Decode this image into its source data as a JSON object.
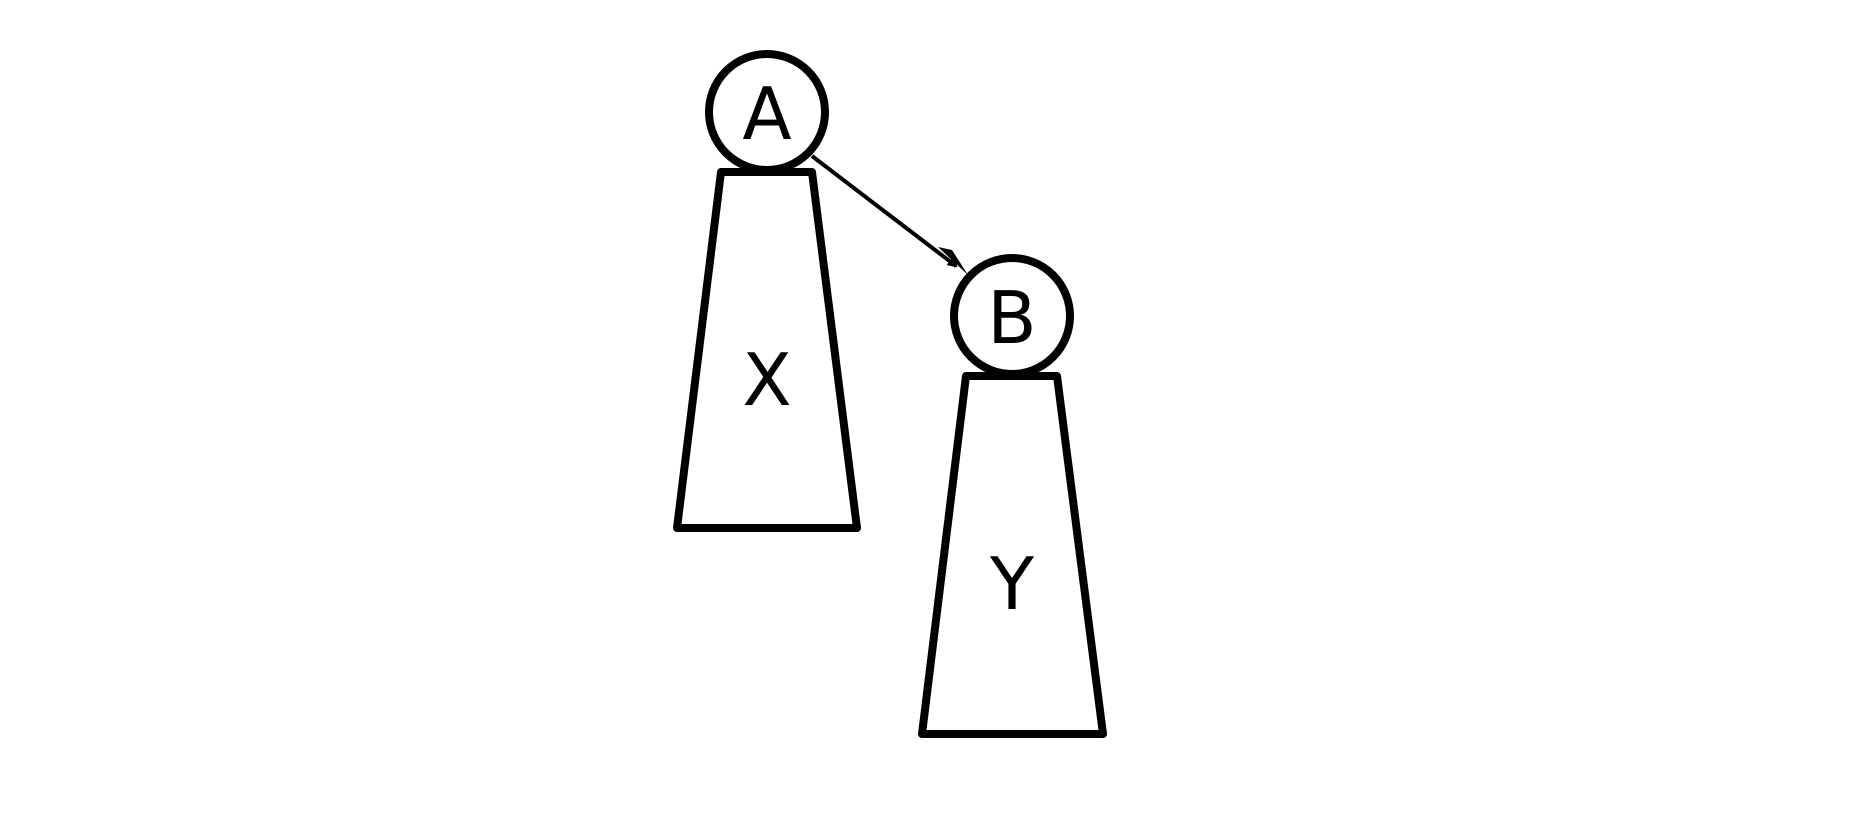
{
  "nodes": [
    {
      "id": "A",
      "label": "A",
      "subtree_label": "X"
    },
    {
      "id": "B",
      "label": "B",
      "subtree_label": "Y"
    }
  ],
  "edges": [
    {
      "from": "A",
      "to": "B"
    }
  ],
  "colors": {
    "stroke": "#000000",
    "background": "#ffffff"
  }
}
